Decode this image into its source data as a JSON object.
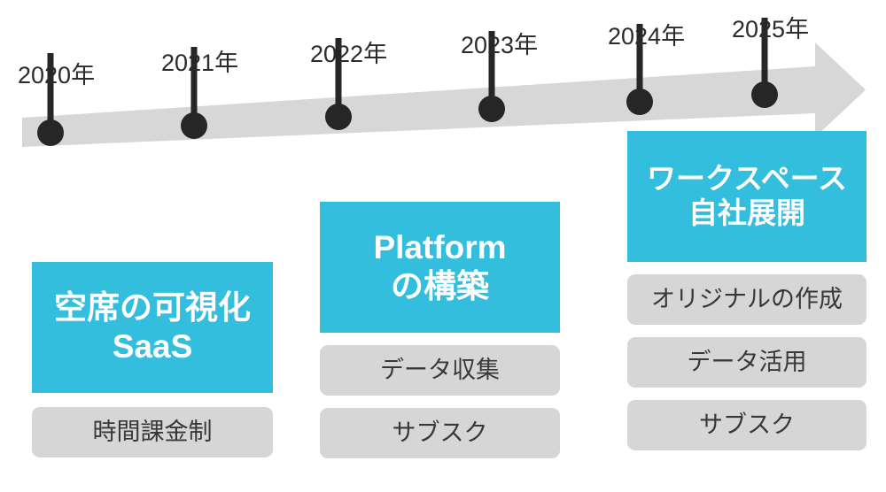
{
  "timeline": {
    "arrow_color": "#d7d7d7",
    "marker_color": "#262626",
    "label_color": "#2b2b2b",
    "years": [
      {
        "label": "2020年"
      },
      {
        "label": "2021年"
      },
      {
        "label": "2022年"
      },
      {
        "label": "2023年"
      },
      {
        "label": "2024年"
      },
      {
        "label": "2025年"
      }
    ]
  },
  "colors": {
    "accent": "#33bedd",
    "tag_background": "#d6d6d6",
    "tag_text": "#383838",
    "phase_text": "#ffffff"
  },
  "columns": [
    {
      "phase": {
        "line1": "空席の可視化",
        "line2": "SaaS"
      },
      "tags": [
        {
          "label": "時間課金制"
        }
      ]
    },
    {
      "phase": {
        "line1": "Platform",
        "line2": "の構築"
      },
      "tags": [
        {
          "label": "データ収集"
        },
        {
          "label": "サブスク"
        }
      ]
    },
    {
      "phase": {
        "line1": "ワークスペース",
        "line2": "自社展開"
      },
      "tags": [
        {
          "label": "オリジナルの作成"
        },
        {
          "label": "データ活用"
        },
        {
          "label": "サブスク"
        }
      ]
    }
  ]
}
